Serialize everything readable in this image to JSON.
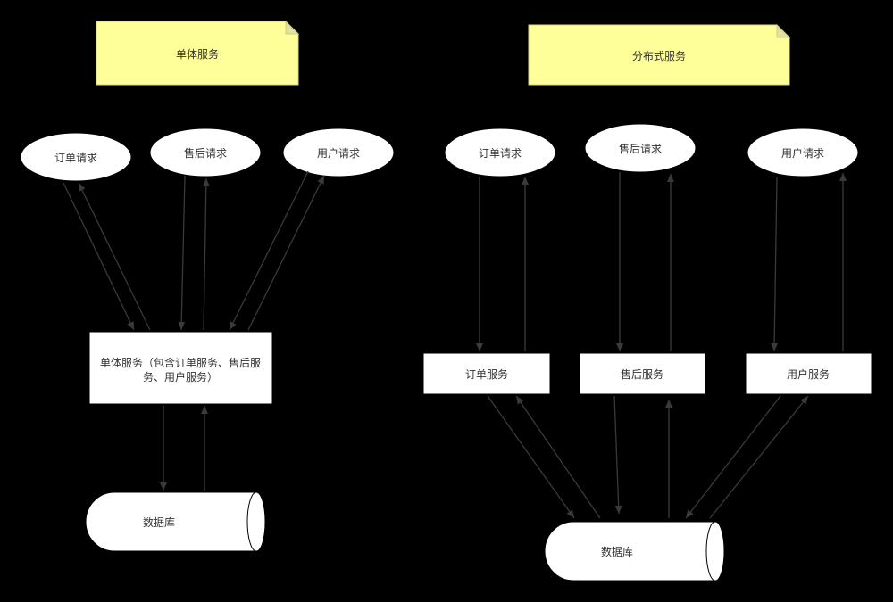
{
  "left": {
    "note_title": "单体服务",
    "requests": [
      "订单请求",
      "售后请求",
      "用户请求"
    ],
    "service_line1": "单体服务（包含订单服务、售后服",
    "service_line2": "务、用户服务）",
    "database": "数据库"
  },
  "right": {
    "note_title": "分布式服务",
    "requests": [
      "订单请求",
      "售后请求",
      "用户请求"
    ],
    "services": [
      "订单服务",
      "售后服务",
      "用户服务"
    ],
    "database": "数据库"
  }
}
